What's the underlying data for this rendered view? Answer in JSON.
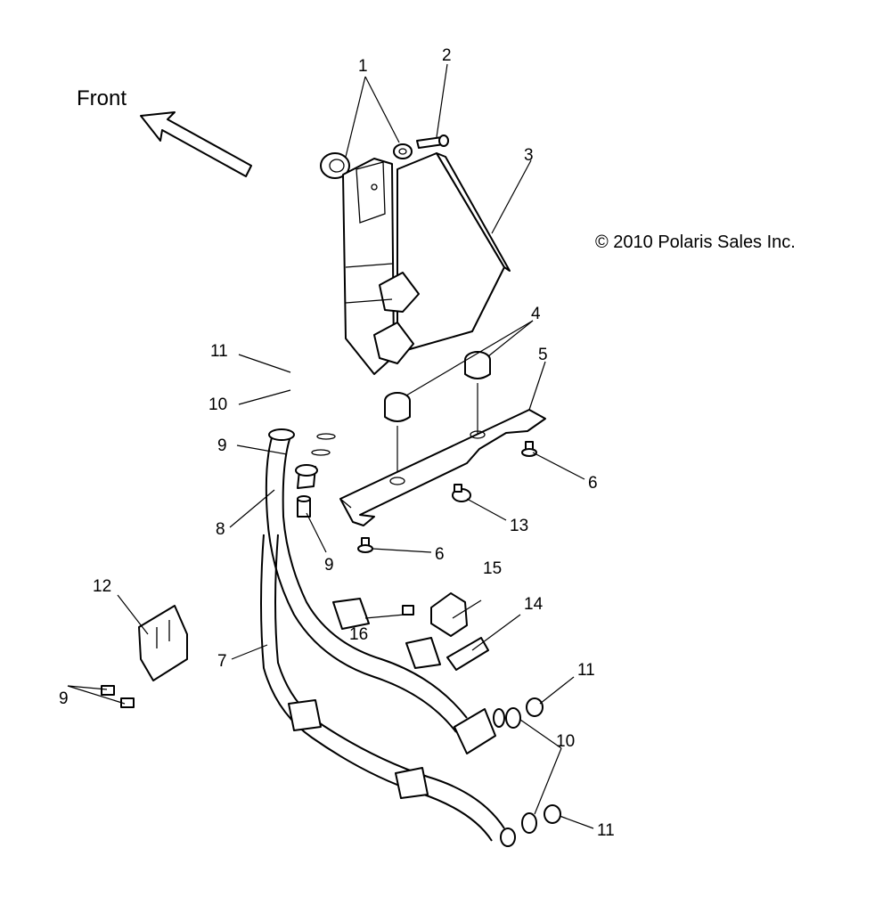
{
  "direction_label": "Front",
  "copyright": "© 2010 Polaris Sales Inc.",
  "callouts": {
    "c1": "1",
    "c2": "2",
    "c3": "3",
    "c4": "4",
    "c5": "5",
    "c6a": "6",
    "c6b": "6",
    "c7": "7",
    "c8": "8",
    "c9a": "9",
    "c9b": "9",
    "c9c": "9",
    "c10a": "10",
    "c10b": "10",
    "c11a": "11",
    "c11b": "11",
    "c11c": "11",
    "c12": "12",
    "c13": "13",
    "c14": "14",
    "c15": "15",
    "c16": "16"
  },
  "colors": {
    "line": "#000000",
    "background": "#ffffff"
  }
}
